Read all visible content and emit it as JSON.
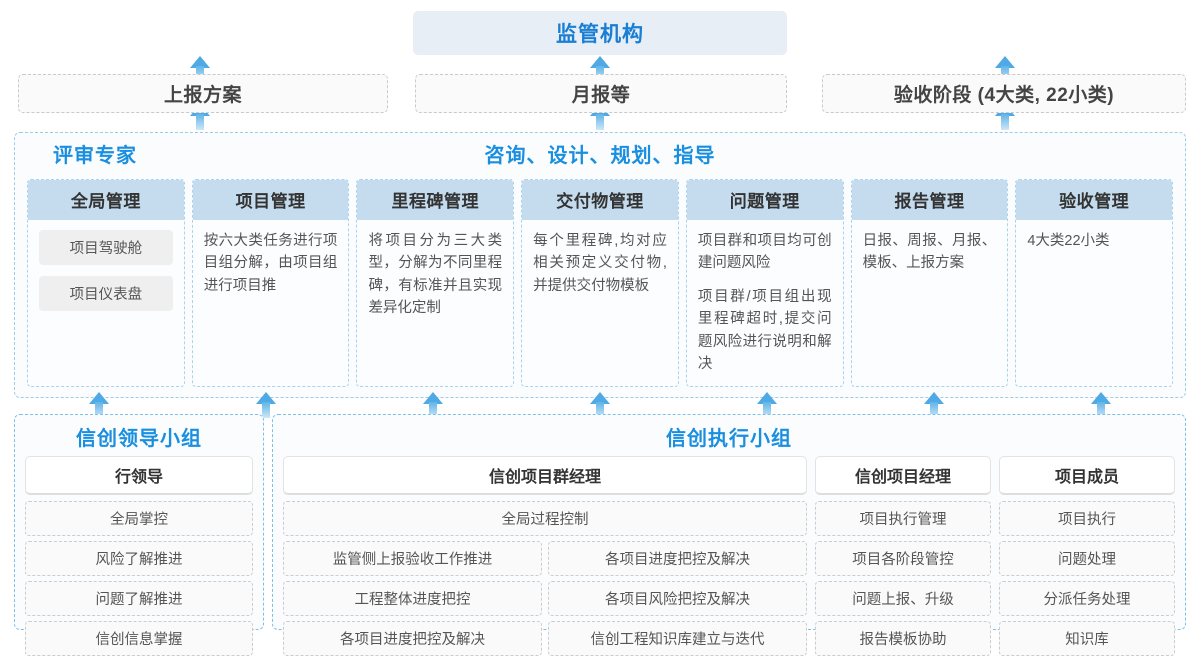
{
  "top": {
    "regulator": "监管机构",
    "deliverables": [
      {
        "label": "上报方案"
      },
      {
        "label": "月报等"
      },
      {
        "label": "验收阶段 (4大类, 22小类)"
      }
    ]
  },
  "band": {
    "title_left": "评审专家",
    "title_center": "咨询、设计、规划、指导",
    "columns": [
      {
        "head": "全局管理",
        "pills": [
          "项目驾驶舱",
          "项目仪表盘"
        ],
        "paragraphs": []
      },
      {
        "head": "项目管理",
        "pills": [],
        "paragraphs": [
          "按六大类任务进行项目组分解，由项目组进行项目推"
        ]
      },
      {
        "head": "里程碑管理",
        "pills": [],
        "paragraphs": [
          "将项目分为三大类型，分解为不同里程碑，有标准并且实现差异化定制"
        ]
      },
      {
        "head": "交付物管理",
        "pills": [],
        "paragraphs": [
          "每个里程碑,均对应相关预定义交付物,并提供交付物模板"
        ]
      },
      {
        "head": "问题管理",
        "pills": [],
        "paragraphs": [
          "项目群和项目均可创建问题风险",
          "项目群/项目组出现里程碑超时,提交问题风险进行说明和解决"
        ]
      },
      {
        "head": "报告管理",
        "pills": [],
        "paragraphs": [
          "日报、周报、月报、模板、上报方案"
        ]
      },
      {
        "head": "验收管理",
        "pills": [],
        "paragraphs": [
          "4大类22小类"
        ]
      }
    ]
  },
  "bottom": {
    "leading_group": {
      "title": "信创领导小组",
      "role": "行领导",
      "tasks": [
        "全局掌控",
        "风险了解推进",
        "问题了解推进",
        "信创信息掌握"
      ]
    },
    "exec_group": {
      "title": "信创执行小组",
      "roles": [
        {
          "role": "信创项目群经理",
          "full_task": "全局过程控制",
          "tasks_left": [
            "监管侧上报验收工作推进",
            "工程整体进度把控",
            "各项目进度把控及解决"
          ],
          "tasks_right": [
            "各项目进度把控及解决",
            "各项目风险把控及解决",
            "信创工程知识库建立与迭代"
          ]
        },
        {
          "role": "信创项目经理",
          "tasks": [
            "项目执行管理",
            "项目各阶段管控",
            "问题上报、升级",
            "报告模板协助"
          ]
        },
        {
          "role": "项目成员",
          "tasks": [
            "项目执行",
            "问题处理",
            "分派任务处理",
            "知识库"
          ]
        }
      ]
    }
  },
  "colors": {
    "accent": "#1a8fe0",
    "header_fill": "#c4dced",
    "regulator_fill": "#e7eef6",
    "arrow": "#4fa9e4"
  }
}
